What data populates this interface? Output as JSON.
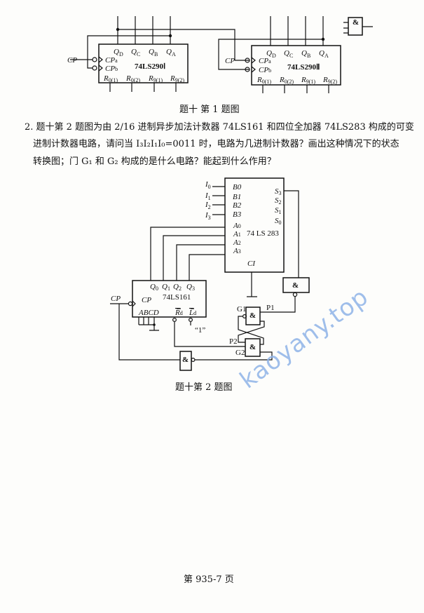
{
  "figure1": {
    "chip1": {
      "q_labels": [
        "Q",
        "Q",
        "Q",
        "Q"
      ],
      "q_subs": [
        "D",
        "C",
        "B",
        "A"
      ],
      "cp_a": "CP",
      "cp_a_sub": "a",
      "cp_b": "CP",
      "cp_b_sub": "b",
      "name": "74LS290Ⅰ",
      "r_labels": [
        "R",
        "R",
        "R",
        "R"
      ],
      "r_subs": [
        "0(1)",
        "0(2)",
        "9(1)",
        "9(2)"
      ]
    },
    "chip2": {
      "q_labels": [
        "Q",
        "Q",
        "Q",
        "Q"
      ],
      "q_subs": [
        "D",
        "C",
        "B",
        "A"
      ],
      "cp_a": "CP",
      "cp_a_sub": "a",
      "cp_b": "CP",
      "cp_b_sub": "b",
      "name": "74LS290Ⅱ",
      "r_labels": [
        "R",
        "R",
        "R",
        "R"
      ],
      "r_subs": [
        "0(1)",
        "0(2)",
        "9(1)",
        "9(2)"
      ]
    },
    "cp_label_1": "CP",
    "cp_label_2": "CP",
    "and_gate": "&",
    "caption": "题十 第 1 题图"
  },
  "question2": {
    "lines": [
      "2. 题十第 2 题图为由 2/16 进制异步加法计数器 74LS161 和四位全加器 74LS283 构成的可变",
      "进制计数器电路，请问当 I₃I₂I₁I₀=0011 时，电路为几进制计数器？画出这种情况下的状态",
      "转换图；门 G₁ 和 G₂ 构成的是什么电路？能起到什么作用？"
    ]
  },
  "figure2": {
    "inputs": [
      "I",
      "I",
      "I",
      "I"
    ],
    "input_subs": [
      "0",
      "1",
      "2",
      "3"
    ],
    "adder": {
      "b_pins": [
        "B0",
        "B1",
        "B2",
        "B3"
      ],
      "a_pins": [
        "A",
        "A",
        "A",
        "A"
      ],
      "a_subs": [
        "0",
        "1",
        "2",
        "3"
      ],
      "s_pins": [
        "S",
        "S",
        "S",
        "S"
      ],
      "s_subs": [
        "3",
        "2",
        "1",
        "0"
      ],
      "name": "74 LS 283",
      "ci": "CI"
    },
    "counter": {
      "q_pins": [
        "Q",
        "Q",
        "Q",
        "Q"
      ],
      "q_subs": [
        "0",
        "1",
        "2",
        "3"
      ],
      "name": "74LS161",
      "cp": "CP",
      "abcd": "ABCD",
      "rd": "R",
      "rd_sub": "d",
      "ld": "L",
      "ld_sub": "d"
    },
    "cp_label": "CP",
    "one_label": "“1”",
    "gates": {
      "g1": "G1",
      "g2": "G2",
      "p1": "P1",
      "p2": "P2",
      "and": "&"
    },
    "caption": "题十第 2 题图"
  },
  "footer": {
    "page": "第 935-7 页"
  },
  "watermark": {
    "text": "kaoyany.top",
    "color": "#8fb4e8"
  }
}
